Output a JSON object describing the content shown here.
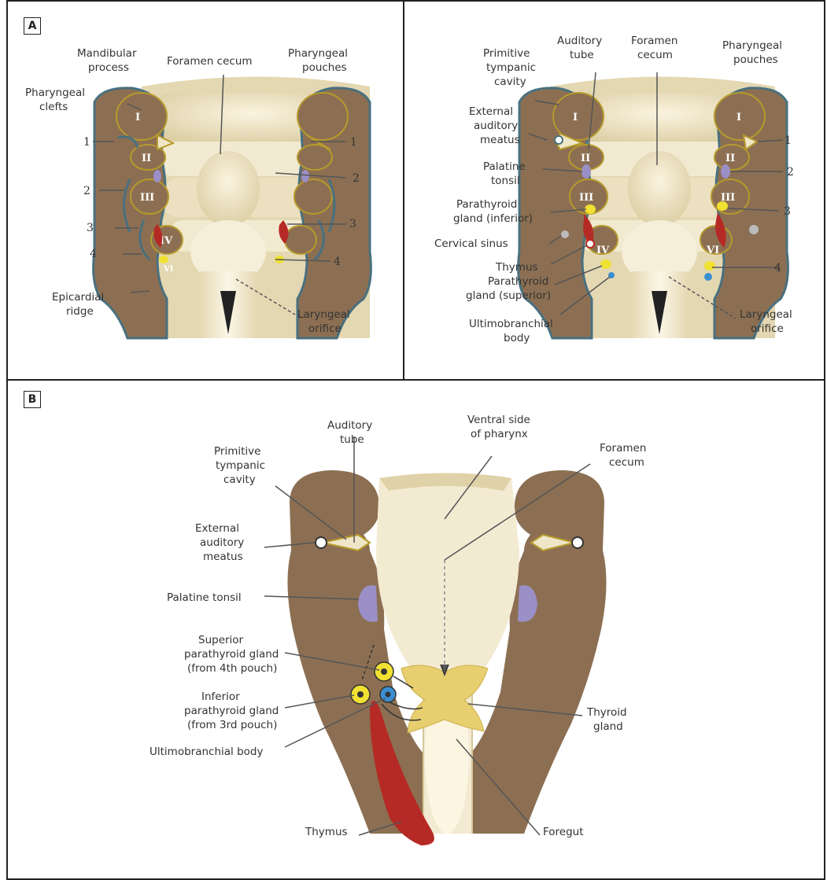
{
  "panels": {
    "a": "A",
    "b": "B"
  },
  "colors": {
    "tissue": "#8c6f52",
    "tissue_edge": "#49707f",
    "pouch_fill": "#efe6c8",
    "pouch_edge": "#b69a2c",
    "thymus": "#b52a25",
    "parathyroid": "#f0e132",
    "ultimobranchial": "#3b8fd1",
    "tonsil": "#9a8fc7",
    "thyroid": "#e7cf70",
    "pharynx": "#f3ead2"
  },
  "left": {
    "mandibular": [
      "Mandibular",
      "process"
    ],
    "pharyngeal_clefts": [
      "Pharyngeal",
      "clefts"
    ],
    "foramen_cecum": "Foramen cecum",
    "pharyngeal_pouches": [
      "Pharyngeal",
      "pouches"
    ],
    "epicardial": [
      "Epicardial",
      "ridge"
    ],
    "laryngeal": [
      "Laryngeal",
      "orifice"
    ],
    "cleft_numbers": [
      "1",
      "2",
      "3",
      "4"
    ],
    "pouch_numbers": [
      "1",
      "2",
      "3",
      "4"
    ],
    "arches": [
      "I",
      "II",
      "III",
      "IV",
      "VI"
    ]
  },
  "right": {
    "primitive_tympanic": [
      "Primitive",
      "tympanic",
      "cavity"
    ],
    "auditory_tube": [
      "Auditory",
      "tube"
    ],
    "foramen_cecum": [
      "Foramen",
      "cecum"
    ],
    "pharyngeal_pouches": [
      "Pharyngeal",
      "pouches"
    ],
    "external_auditory": [
      "External",
      "auditory",
      "meatus"
    ],
    "palatine_tonsil": [
      "Palatine",
      "tonsil"
    ],
    "parathyroid_inferior": [
      "Parathyroid",
      "gland (inferior)"
    ],
    "cervical_sinus": "Cervical sinus",
    "thymus": "Thymus",
    "parathyroid_superior": [
      "Parathyroid",
      "gland (superior)"
    ],
    "ultimobranchial": [
      "Ultimobranchial",
      "body"
    ],
    "laryngeal": [
      "Laryngeal",
      "orifice"
    ],
    "pouch_numbers": [
      "1",
      "2",
      "3",
      "4"
    ],
    "arches": [
      "I",
      "II",
      "III",
      "IV",
      "I",
      "II",
      "III",
      "VI"
    ]
  },
  "bottom": {
    "auditory_tube": [
      "Auditory",
      "tube"
    ],
    "ventral_side": [
      "Ventral side",
      "of pharynx"
    ],
    "foramen_cecum": [
      "Foramen",
      "cecum"
    ],
    "primitive_tympanic": [
      "Primitive",
      "tympanic",
      "cavity"
    ],
    "external_auditory": [
      "External",
      "auditory",
      "meatus"
    ],
    "palatine_tonsil": "Palatine tonsil",
    "superior_parathyroid": [
      "Superior",
      "parathyroid gland",
      "(from 4th pouch)"
    ],
    "inferior_parathyroid": [
      "Inferior",
      "parathyroid gland",
      "(from 3rd pouch)"
    ],
    "ultimobranchial": "Ultimobranchial body",
    "thyroid": [
      "Thyroid",
      "gland"
    ],
    "thymus": "Thymus",
    "foregut": "Foregut"
  }
}
